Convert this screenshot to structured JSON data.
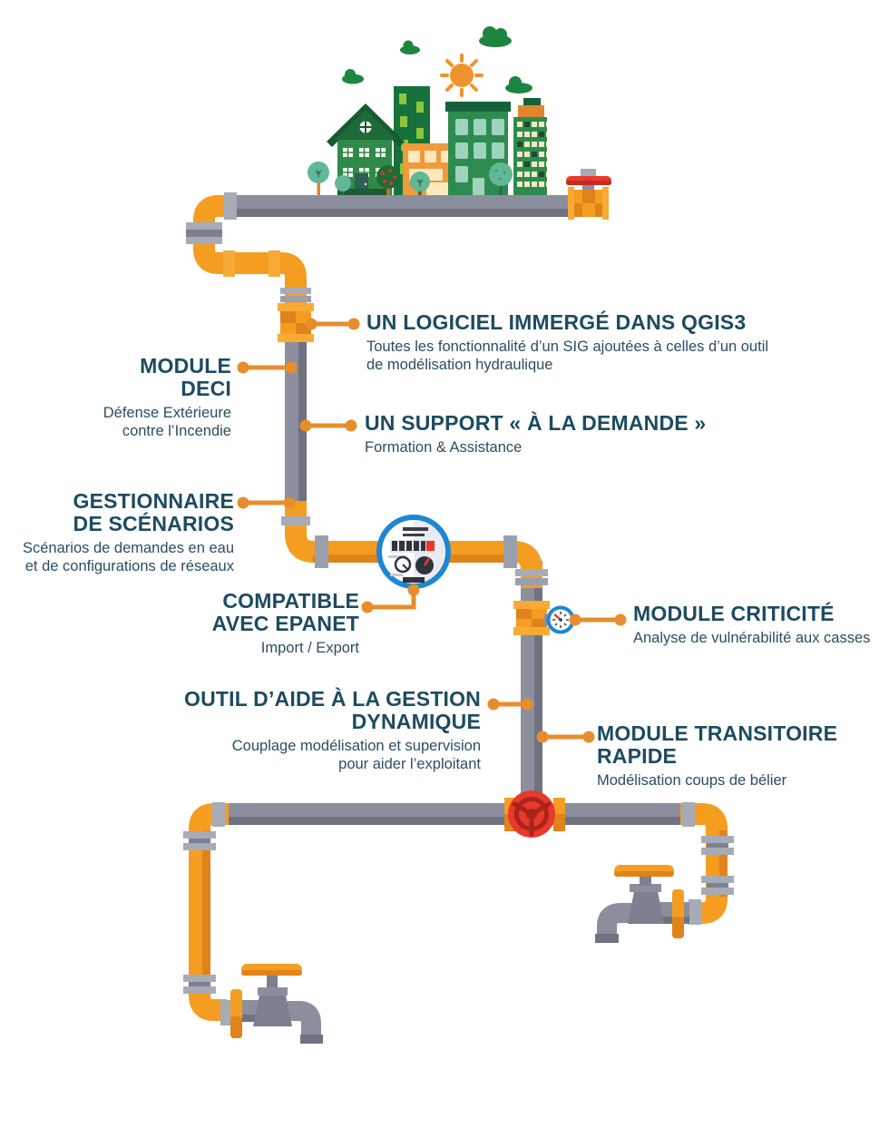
{
  "page": {
    "background": "#ffffff",
    "type": "infographic-pipe-network"
  },
  "features": [
    {
      "id": "qgis",
      "title": "UN LOGICIEL IMMERGÉ DANS QGIS3",
      "subtitle": "Toutes les fonctionnalité d’un SIG ajoutées à celles d’un outil\nde modélisation hydraulique"
    },
    {
      "id": "deci",
      "title": "MODULE\nDECI",
      "subtitle": "Défense Extérieure\ncontre l’Incendie"
    },
    {
      "id": "support",
      "title": "UN SUPPORT « À LA DEMANDE »",
      "subtitle": "Formation & Assistance"
    },
    {
      "id": "scenarios",
      "title": "GESTIONNAIRE\nDE SCÉNARIOS",
      "subtitle": "Scénarios de demandes en eau\net de configurations de réseaux"
    },
    {
      "id": "epanet",
      "title": "COMPATIBLE\nAVEC EPANET",
      "subtitle": "Import / Export"
    },
    {
      "id": "criticite",
      "title": "MODULE CRITICITÉ",
      "subtitle": "Analyse de vulnérabilité aux casses"
    },
    {
      "id": "gestion",
      "title": "OUTIL D’AIDE À LA GESTION\nDYNAMIQUE",
      "subtitle": "Couplage modélisation et supervision\npour aider l’exploitant"
    },
    {
      "id": "transitoire",
      "title": "MODULE TRANSITOIRE\nRAPIDE",
      "subtitle": "Modélisation coups de bélier"
    }
  ],
  "icons": [
    "city-illustration",
    "sun-icon",
    "cloud-icon",
    "house-icon",
    "building-icon",
    "tree-icon",
    "pipe-network",
    "shutoff-valve-icon",
    "water-meter-icon",
    "pressure-gauge-icon",
    "valve-wheel-icon",
    "faucet-left-icon",
    "faucet-right-icon",
    "connector-dot"
  ],
  "colors": {
    "heading": "#1d4b61",
    "body_text": "#2c4d60",
    "connector_orange": "#e88d2c",
    "pipe_orange": "#f49d21",
    "pipe_orange_dark": "#e0831a",
    "pipe_gray": "#8b8f9d",
    "pipe_gray_dark": "#6f7280",
    "flange_gray": "#a7abb8",
    "meter_blue": "#1e87d3",
    "valve_red": "#e8392b",
    "city_green_dark": "#175c31",
    "city_green": "#2e8b50",
    "window_green": "#8cc63f",
    "window_teal": "#9ed3bd",
    "sun_orange": "#f0932e"
  }
}
